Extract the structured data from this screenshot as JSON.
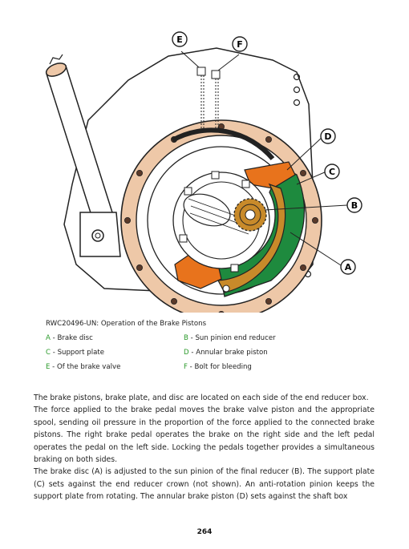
{
  "figure": {
    "callouts": {
      "a": "A",
      "b": "B",
      "c": "C",
      "d": "D",
      "e": "E",
      "f": "F"
    },
    "colors": {
      "flange": "#eec8a8",
      "green_disc": "#1e8a3e",
      "orange_piston": "#e8731c",
      "bronze_pinion": "#c88a2a",
      "outline": "#222222"
    }
  },
  "caption": {
    "title": "RWC20496-UN: Operation of the Brake Pistons",
    "legend": [
      {
        "letter": "A",
        "text": " - Brake disc"
      },
      {
        "letter": "B",
        "text": " - Sun pinion end reducer"
      },
      {
        "letter": "C",
        "text": " - Support plate"
      },
      {
        "letter": "D",
        "text": " - Annular brake piston"
      },
      {
        "letter": "E",
        "text": " - Of the brake valve"
      },
      {
        "letter": "F",
        "text": " - Bolt for bleeding"
      }
    ]
  },
  "body": {
    "p1": "The brake pistons, brake plate, and disc are located on each side of the end reducer box.",
    "p2": "The force applied to the brake pedal moves the brake valve piston and the appropriate spool, sending oil pressure in the proportion of the force applied to the connected brake pistons. The right brake pedal operates the brake on the right side and the left pedal operates the pedal on the left side. Locking the pedals together provides a simultaneous braking on both sides.",
    "p3": "The brake disc (A) is adjusted to the sun pinion of the final reducer (B). The support plate (C) sets against the end reducer crown (not shown). An anti-rotation pinion keeps the support plate from rotating. The annular brake piston (D) sets against the shaft box"
  },
  "page_number": "264"
}
